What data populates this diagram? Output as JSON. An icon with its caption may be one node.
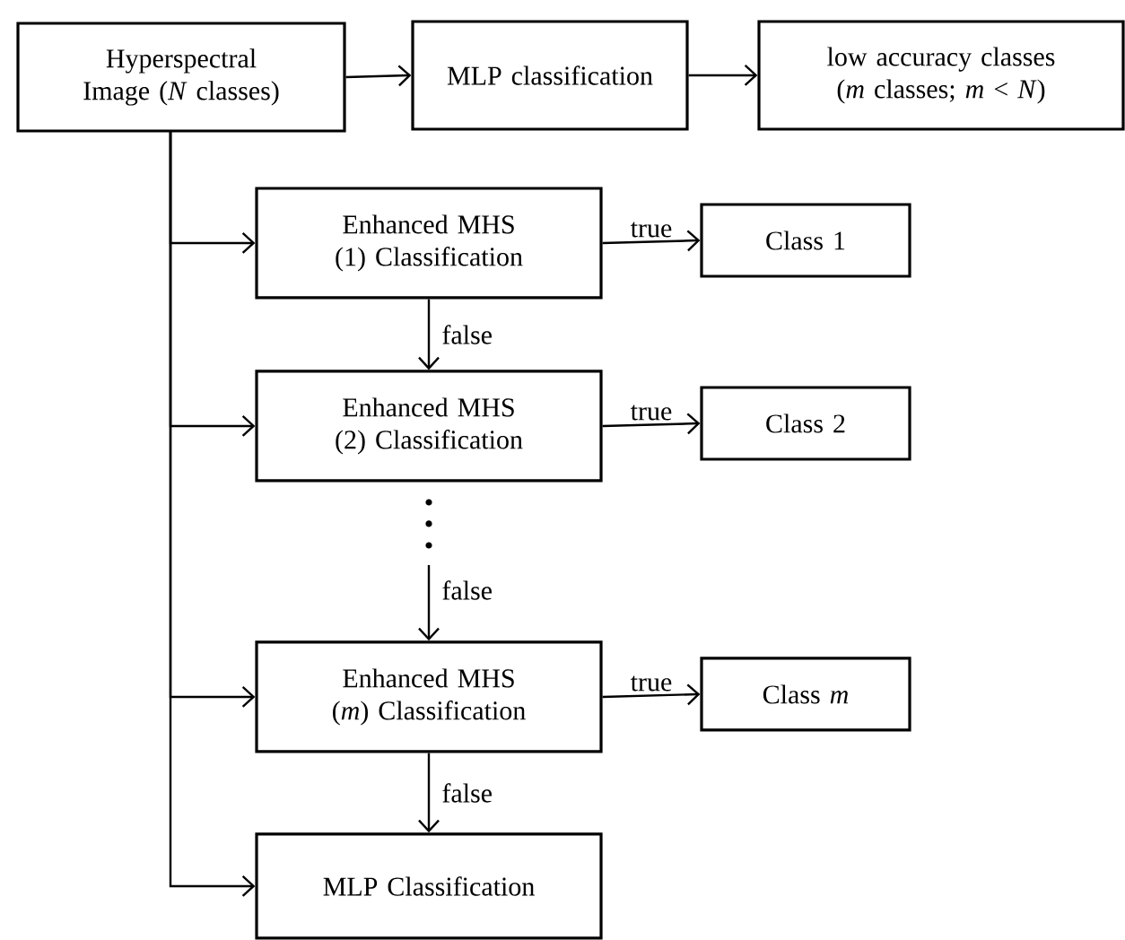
{
  "diagram": {
    "nodes": [
      {
        "text": [
          "Hyperspectral Image (*N* classes)"
        ]
      },
      {
        "text": [
          "MLP classification"
        ]
      },
      {
        "text": [
          "low accuracy classes (*m* classes; *m* < *N*)"
        ]
      },
      {
        "text": [
          "Enhanced MHS (1) Classification"
        ]
      },
      {
        "text": [
          "Class 1"
        ]
      },
      {
        "text": [
          "Enhanced MHS (2) Classification"
        ]
      },
      {
        "text": [
          "Class 2"
        ]
      },
      {
        "text": [
          "Enhanced MHS (*m*) Classification"
        ]
      },
      {
        "text": [
          "Class *m*"
        ]
      },
      {
        "text": [
          "MLP Classification"
        ]
      }
    ],
    "edges": [
      {
        "from": 0,
        "to": 1,
        "arrow": "to"
      },
      {
        "from": 1,
        "to": 2,
        "arrow": "to"
      },
      {
        "from": 0,
        "to": 3,
        "arrow": "to"
      },
      {
        "from": 0,
        "to": 5,
        "arrow": "to"
      },
      {
        "from": 0,
        "to": 7,
        "arrow": "to"
      },
      {
        "from": 0,
        "to": 9,
        "arrow": "to"
      },
      {
        "from": 3,
        "to": 4,
        "arrow": "to",
        "label": "true"
      },
      {
        "from": 3,
        "to": 5,
        "arrow": "to",
        "label": "false"
      },
      {
        "from": 5,
        "to": 6,
        "arrow": "to",
        "label": "true"
      },
      {
        "from": null,
        "to": 7,
        "arrow": "to",
        "label": "false"
      },
      {
        "from": 7,
        "to": 8,
        "arrow": "to",
        "label": "true"
      },
      {
        "from": 7,
        "to": 9,
        "arrow": "to",
        "label": "false"
      }
    ]
  }
}
